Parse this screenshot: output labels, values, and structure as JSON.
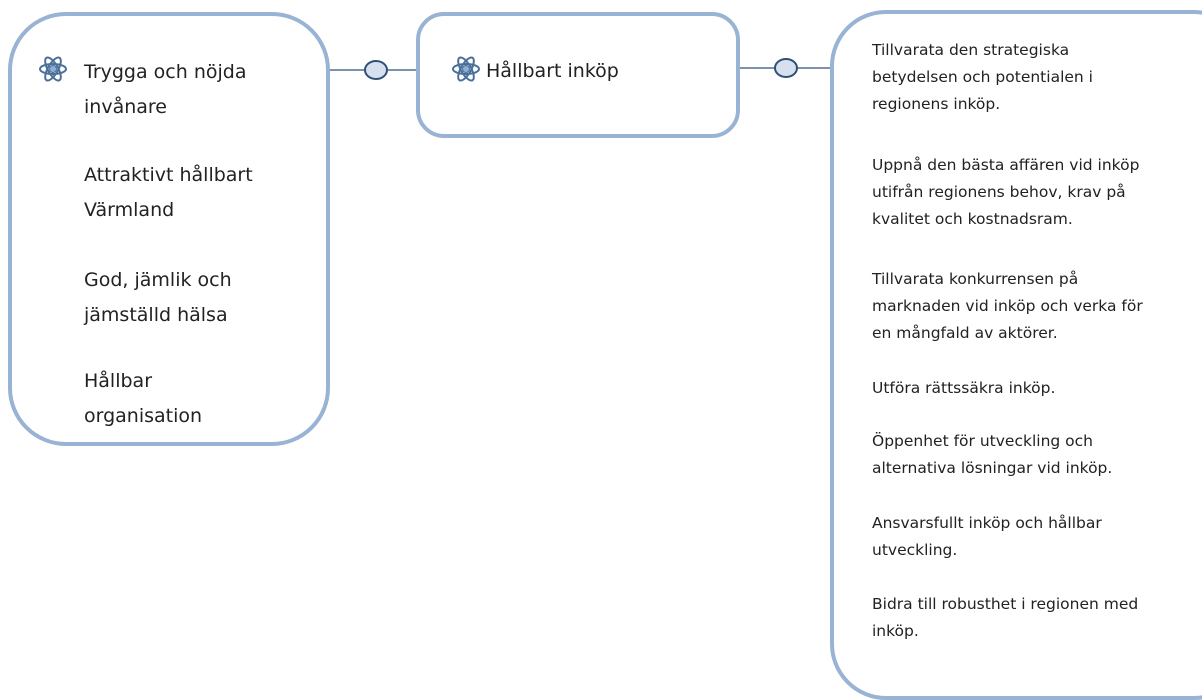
{
  "colors": {
    "border": "#98b3d4",
    "node_fill": "#d6e0ee",
    "node_stroke": "#2f4f78",
    "text": "#222222"
  },
  "icon": "atom-star-icon",
  "left_box": {
    "items": [
      {
        "line1": "Trygga och nöjda",
        "line2": "invånare"
      },
      {
        "line1": "Attraktivt hållbart",
        "line2": "Värmland"
      },
      {
        "line1": "God, jämlik och",
        "line2": "jämställd hälsa"
      },
      {
        "line1": "Hållbar",
        "line2": "organisation"
      }
    ]
  },
  "middle_box": {
    "title": "Hållbart inköp"
  },
  "right_box": {
    "goals": [
      {
        "lines": [
          "Tillvarata den strategiska",
          "betydelsen och potentialen i",
          "regionens inköp."
        ]
      },
      {
        "lines": [
          "Uppnå den bästa affären vid inköp",
          "utifrån regionens behov, krav på",
          "kvalitet och kostnadsram."
        ]
      },
      {
        "lines": [
          "Tillvarata konkurrensen på",
          "marknaden vid inköp och verka för",
          "en mångfald av aktörer."
        ]
      },
      {
        "lines": [
          "Utföra rättssäkra inköp."
        ]
      },
      {
        "lines": [
          "Öppenhet för utveckling och",
          "alternativa lösningar vid inköp."
        ]
      },
      {
        "lines": [
          "Ansvarsfullt inköp och hållbar",
          "utveckling."
        ]
      },
      {
        "lines": [
          "Bidra till robusthet i regionen med",
          "inköp."
        ]
      }
    ]
  }
}
